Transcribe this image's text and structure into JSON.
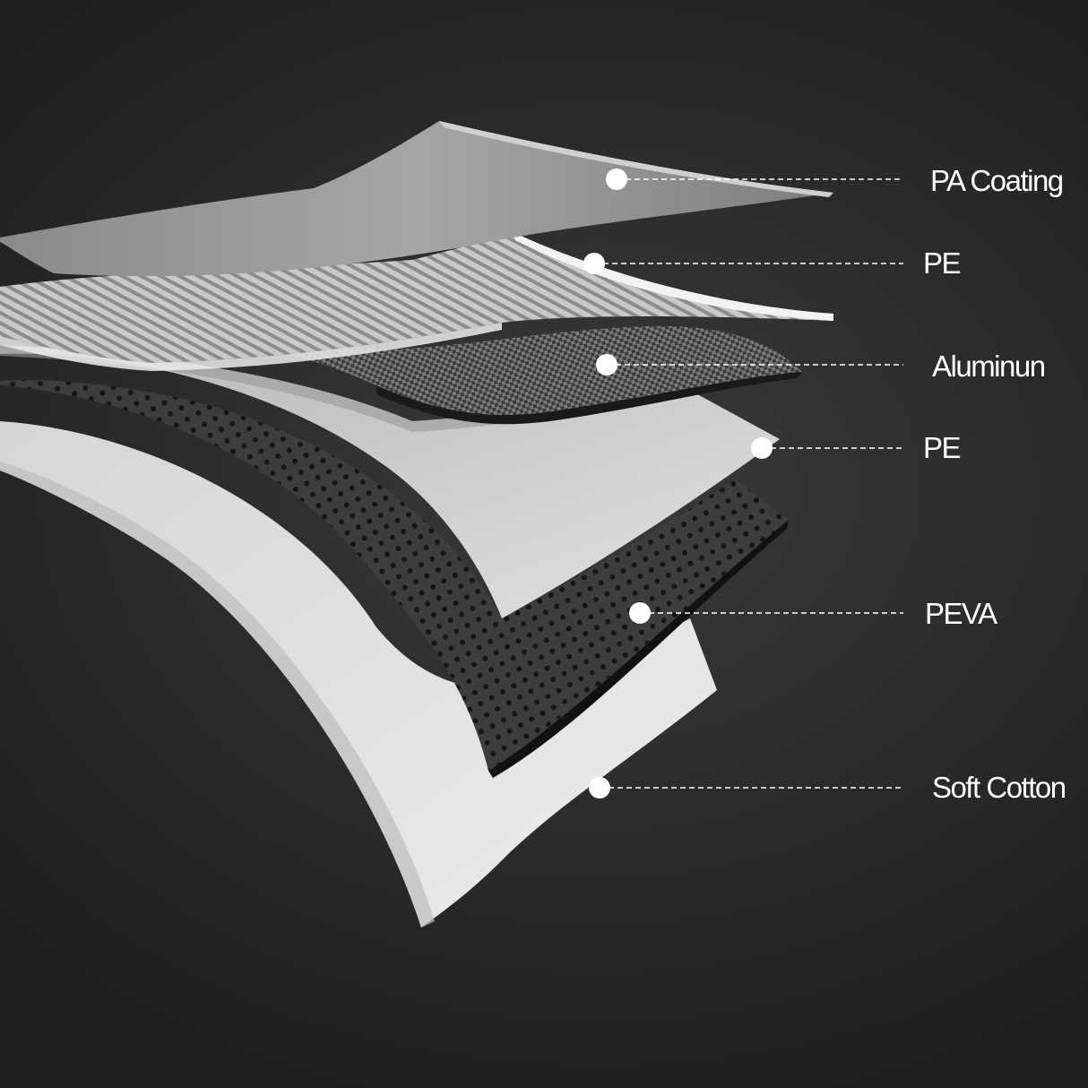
{
  "layers": [
    {
      "id": "pa-coating",
      "label": "PA Coating"
    },
    {
      "id": "pe-top",
      "label": "PE"
    },
    {
      "id": "aluminum",
      "label": "Aluminun"
    },
    {
      "id": "pe-bottom",
      "label": "PE"
    },
    {
      "id": "peva",
      "label": "PEVA"
    },
    {
      "id": "soft-cotton",
      "label": "Soft Cotton"
    }
  ],
  "colors": {
    "background": "#2b2b2b",
    "label_text": "#ffffff",
    "leader_line": "#ffffff",
    "marker_dot": "#ffffff"
  }
}
